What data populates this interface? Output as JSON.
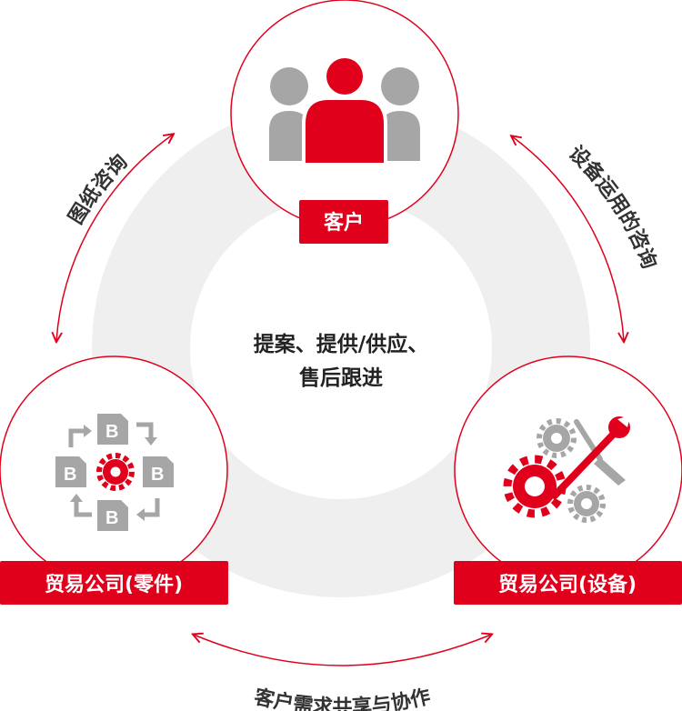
{
  "colors": {
    "accent": "#e0001b",
    "icon_gray": "#a6a6a6",
    "ring": "#efefef",
    "text": "#222222"
  },
  "center": {
    "line1": "提案、提供/供应、",
    "line2": "售后跟进"
  },
  "nodes": {
    "customer": {
      "label": "客户",
      "icon": "people-group-icon"
    },
    "parts": {
      "label": "贸易公司(零件)",
      "icon": "document-cycle-gear-icon"
    },
    "equipment": {
      "label": "贸易公司(设备)",
      "icon": "gears-tools-icon"
    }
  },
  "flows": {
    "left": "图纸咨询",
    "right": "设备运用的咨询",
    "bottom": "客户需求共享与协作"
  }
}
